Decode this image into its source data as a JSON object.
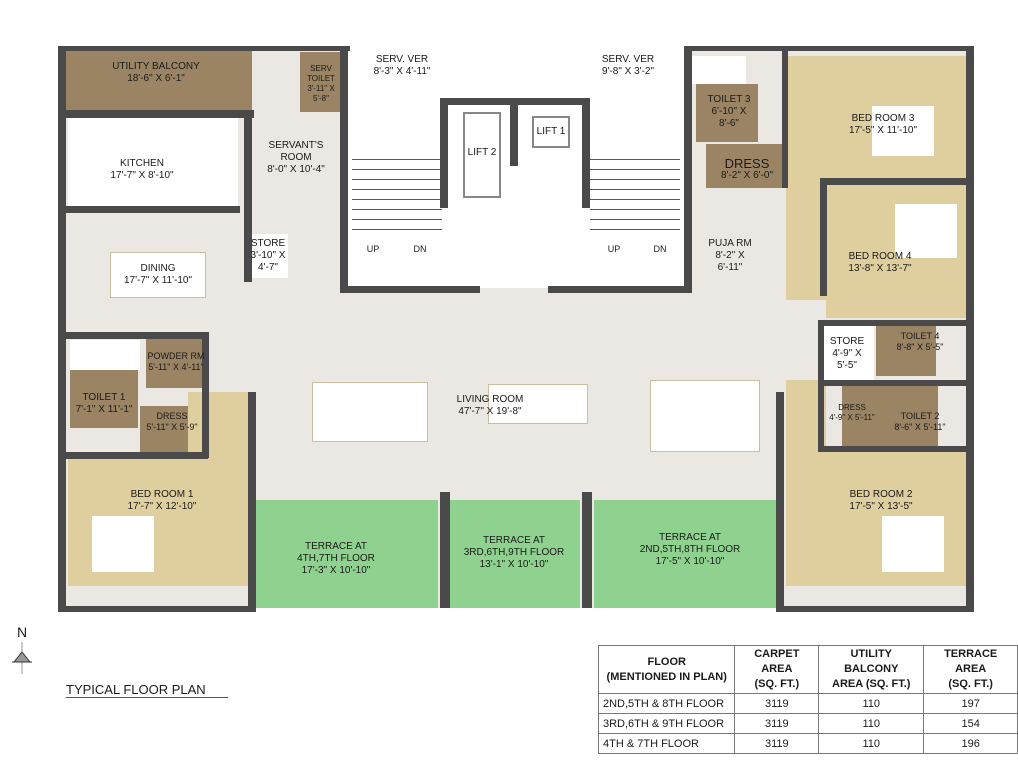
{
  "plan_title": "TYPICAL FLOOR PLAN",
  "north_label": "N",
  "colors": {
    "living_floor": "#ebe8e3",
    "bedroom_floor": "#dfcf9f",
    "wet_area_tile": "#9b8464",
    "terrace_green": "#8fd28f",
    "wall": "#4a4a4a"
  },
  "rooms": {
    "utility_balcony": {
      "name": "UTILITY BALCONY",
      "dim": "18'-6\" X 6'-1\""
    },
    "serv_toilet": {
      "name": "SERV TOILET",
      "dim": "3'-11\" X 5'-8\""
    },
    "serv_ver_left": {
      "name": "SERV. VER",
      "dim": "8'-3\" X 4'-11\""
    },
    "serv_ver_right": {
      "name": "SERV. VER",
      "dim": "9'-8\" X 3'-2\""
    },
    "kitchen": {
      "name": "KITCHEN",
      "dim": "17'-7\" X 8'-10\""
    },
    "servants_room": {
      "name": "SERVANT'S ROOM",
      "dim": "8'-0\" X 10'-4\""
    },
    "lift_1": {
      "name": "LIFT 1"
    },
    "lift_2": {
      "name": "LIFT 2"
    },
    "stair_left": {
      "up": "UP",
      "down": "DN"
    },
    "stair_right": {
      "up": "UP",
      "down": "DN"
    },
    "toilet_3": {
      "name": "TOILET 3",
      "dim": "6'-10\" X 8'-6\""
    },
    "dress_3": {
      "name": "DRESS",
      "dim": "8'-2\" X 6'-0\""
    },
    "bed_room_3": {
      "name": "BED ROOM 3",
      "dim": "17'-5\" X 11'-10\""
    },
    "store_left": {
      "name": "STORE",
      "dim": "3'-10\" X 4'-7\""
    },
    "dining": {
      "name": "DINING",
      "dim": "17'-7\" X 11'-10\""
    },
    "puja_rm": {
      "name": "PUJA RM",
      "dim": "8'-2\" X 6'-11\""
    },
    "bed_room_4": {
      "name": "BED ROOM 4",
      "dim": "13'-8\" X 13'-7\""
    },
    "powder_rm": {
      "name": "POWDER RM",
      "dim": "5'-11\" X 4'-11\""
    },
    "toilet_1": {
      "name": "TOILET 1",
      "dim": "7'-1\" X 11'-1\""
    },
    "dress_1": {
      "name": "DRESS",
      "dim": "5'-11\" X 5'-9\""
    },
    "living_room": {
      "name": "LIVING ROOM",
      "dim": "47'-7\" X 19'-8\""
    },
    "store_right": {
      "name": "STORE",
      "dim": "4'-9\" X 5'-5\""
    },
    "toilet_4": {
      "name": "TOILET 4",
      "dim": "8'-8\" X 5'-5\""
    },
    "dress_2": {
      "name": "DRESS",
      "dim": "4'-9\" X 5'-11\""
    },
    "toilet_2": {
      "name": "TOILET 2",
      "dim": "8'-6\" X 5'-11\""
    },
    "bed_room_1": {
      "name": "BED ROOM 1",
      "dim": "17'-7\" X 12'-10\""
    },
    "bed_room_2": {
      "name": "BED ROOM 2",
      "dim": "17'-5\" X 13'-5\""
    },
    "terrace_left": {
      "name": "TERRACE AT",
      "floors": "4TH,7TH FLOOR",
      "dim": "17'-3\" X 10'-10\""
    },
    "terrace_mid": {
      "name": "TERRACE AT",
      "floors": "3RD,6TH,9TH FLOOR",
      "dim": "13'-1\" X 10'-10\""
    },
    "terrace_right": {
      "name": "TERRACE AT",
      "floors": "2ND,5TH,8TH FLOOR",
      "dim": "17'-5\" X 10'-10\""
    }
  },
  "area_table": {
    "headers": [
      {
        "line1": "FLOOR",
        "line2": "(MENTIONED IN PLAN)"
      },
      {
        "line1": "CARPET AREA",
        "line2": "(SQ. FT.)"
      },
      {
        "line1": "UTILITY BALCONY",
        "line2": "AREA (SQ. FT.)"
      },
      {
        "line1": "TERRACE AREA",
        "line2": "(SQ. FT.)"
      }
    ],
    "rows": [
      {
        "floor": "2ND,5TH & 8TH FLOOR",
        "carpet": "3119",
        "utility": "110",
        "terrace": "197"
      },
      {
        "floor": "3RD,6TH & 9TH FLOOR",
        "carpet": "3119",
        "utility": "110",
        "terrace": "154"
      },
      {
        "floor": "4TH & 7TH FLOOR",
        "carpet": "3119",
        "utility": "110",
        "terrace": "196"
      }
    ]
  }
}
